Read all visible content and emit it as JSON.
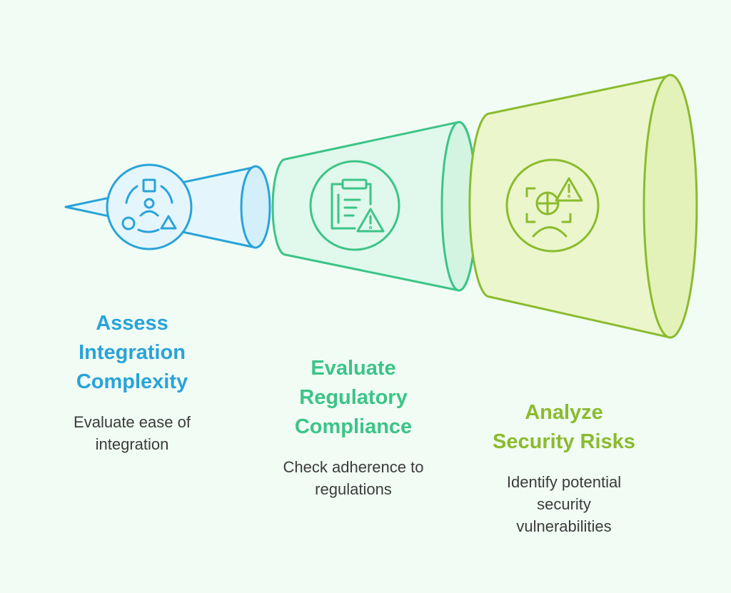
{
  "diagram": {
    "stages": [
      {
        "title": "Assess\nIntegration\nComplexity",
        "description": "Evaluate ease of\nintegration",
        "icon": "integration-people-shapes-icon",
        "color": "#29a3d9",
        "fill": "#e4f6fc"
      },
      {
        "title": "Evaluate\nRegulatory\nCompliance",
        "description": "Check adherence to\nregulations",
        "icon": "clipboard-warning-icon",
        "color": "#3cc487",
        "fill": "#e1f8ec"
      },
      {
        "title": "Analyze\nSecurity Risks",
        "description": "Identify potential\nsecurity\nvulnerabilities",
        "icon": "face-scan-warning-icon",
        "color": "#8bbb2e",
        "fill": "#ebf6cc"
      }
    ]
  }
}
